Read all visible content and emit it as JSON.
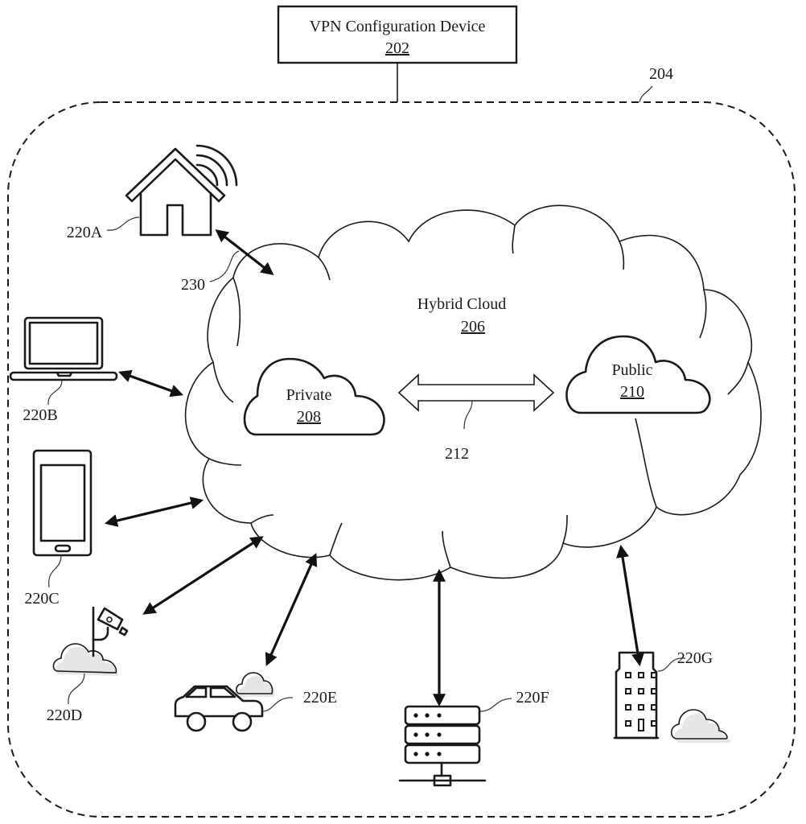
{
  "figure": {
    "config_device": {
      "title": "VPN Configuration Device",
      "ref": "202"
    },
    "boundary": {
      "ref": "204"
    },
    "hybrid_cloud": {
      "title": "Hybrid Cloud",
      "ref": "206"
    },
    "private_cloud": {
      "title": "Private",
      "ref": "208"
    },
    "public_cloud": {
      "title": "Public",
      "ref": "210"
    },
    "interconnect": {
      "ref": "212"
    },
    "link": {
      "ref": "230"
    },
    "devices": [
      {
        "ref": "220A",
        "icon": "home-wifi-icon"
      },
      {
        "ref": "220B",
        "icon": "laptop-icon"
      },
      {
        "ref": "220C",
        "icon": "smartphone-icon"
      },
      {
        "ref": "220D",
        "icon": "security-camera-cloud-icon"
      },
      {
        "ref": "220E",
        "icon": "car-cloud-icon"
      },
      {
        "ref": "220F",
        "icon": "server-rack-icon"
      },
      {
        "ref": "220G",
        "icon": "office-building-cloud-icon"
      }
    ]
  }
}
